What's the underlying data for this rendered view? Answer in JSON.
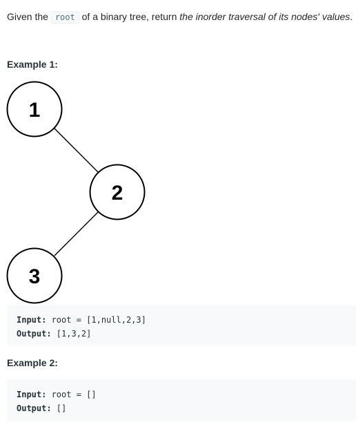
{
  "description": {
    "prefix": "Given the ",
    "code": "root",
    "middle": " of a binary tree, return ",
    "emphasis": "the inorder traversal of its nodes' values",
    "suffix": "."
  },
  "examples": [
    {
      "heading": "Example 1:",
      "tree_nodes": [
        "1",
        "2",
        "3"
      ],
      "input_label": "Input:",
      "input_value": " root = [1,null,2,3]",
      "output_label": "Output:",
      "output_value": " [1,3,2]"
    },
    {
      "heading": "Example 2:",
      "input_label": "Input:",
      "input_value": " root = []",
      "output_label": "Output:",
      "output_value": " []"
    }
  ]
}
